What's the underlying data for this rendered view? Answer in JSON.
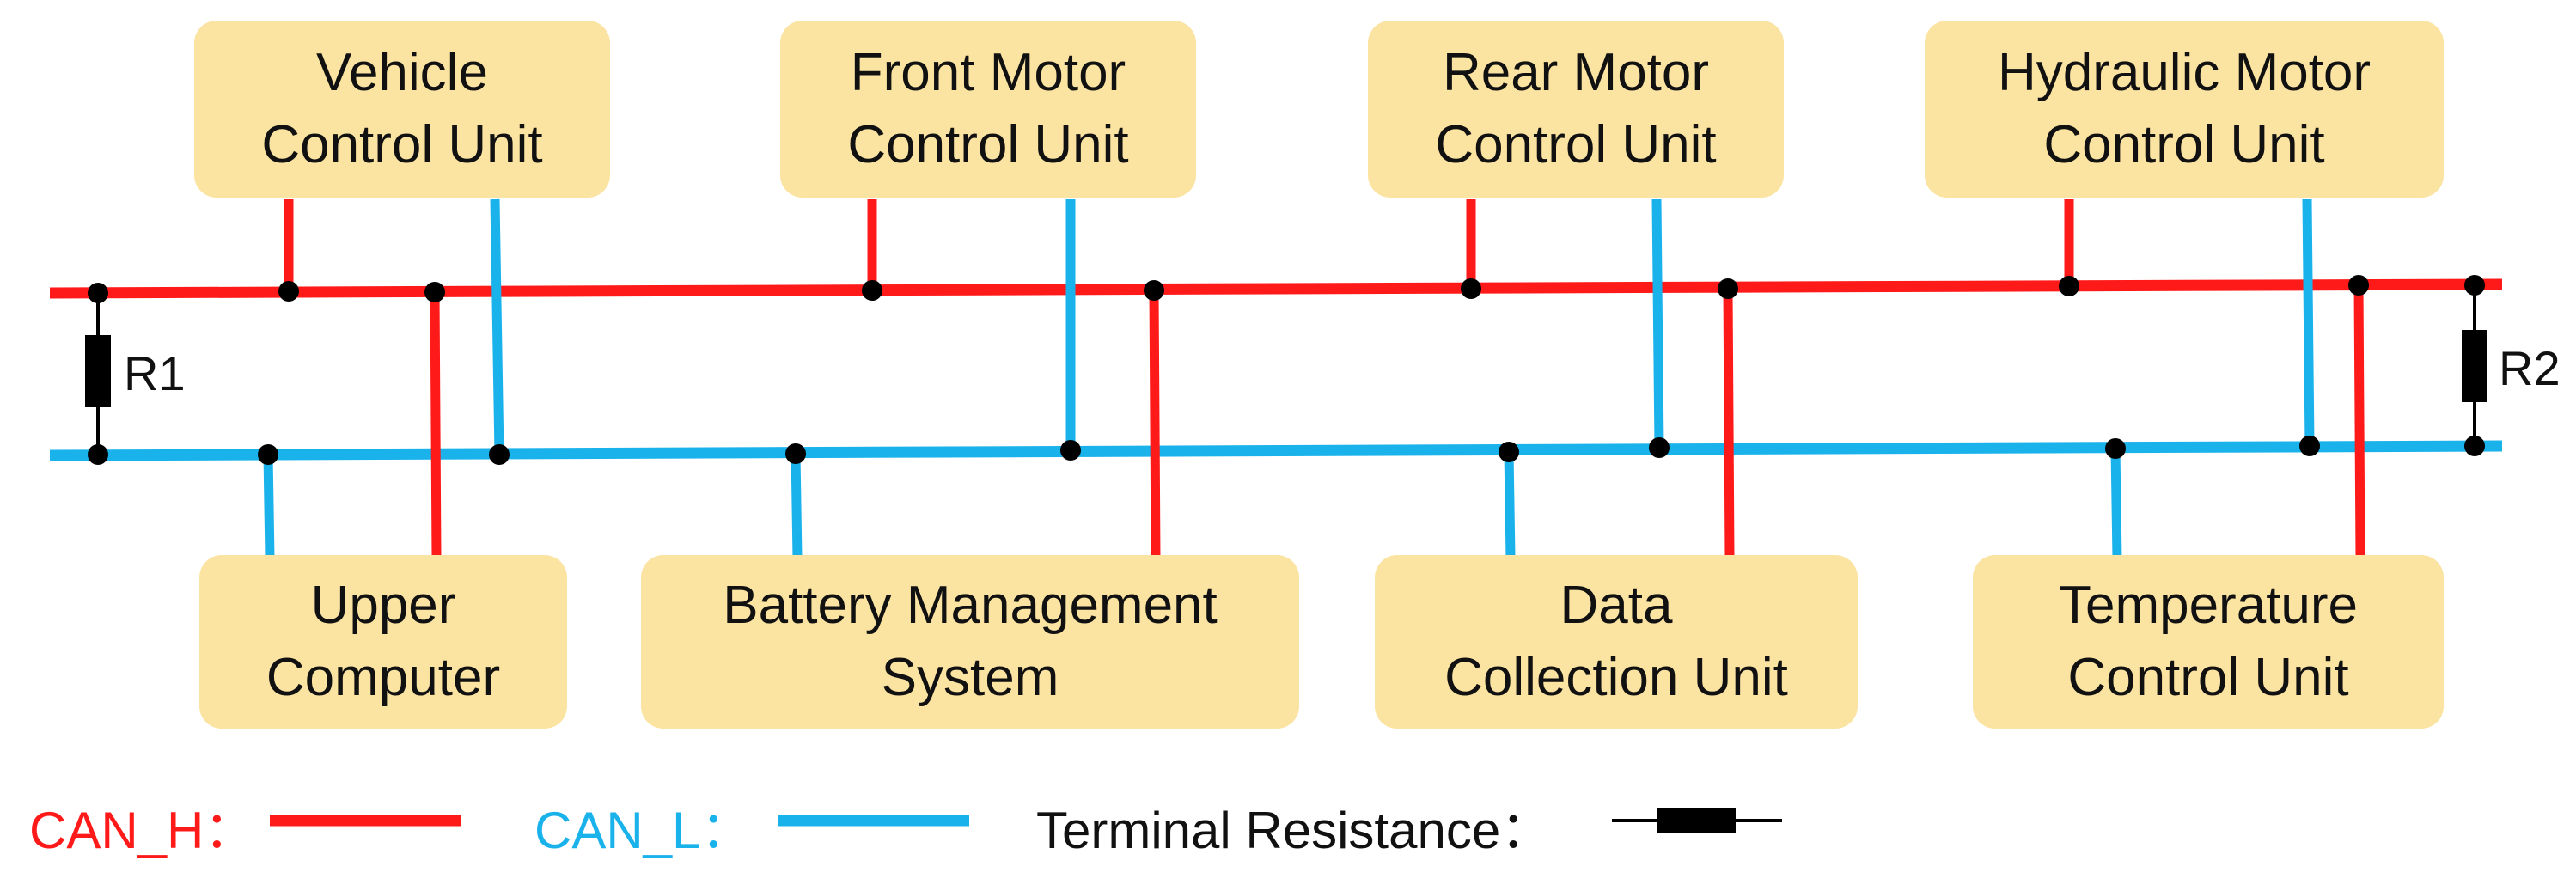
{
  "colors": {
    "can_h": "#ff1a1a",
    "can_l": "#1ab2ea",
    "box_fill": "#fbe3a2",
    "text": "#111111",
    "resistor": "#000000"
  },
  "units": {
    "vehicle_control": "Vehicle\nControl Unit",
    "front_motor": "Front Motor\nControl Unit",
    "rear_motor": "Rear Motor\nControl Unit",
    "hydraulic_motor": "Hydraulic Motor\nControl Unit",
    "upper_computer": "Upper\nComputer",
    "battery_management": "Battery Management\nSystem",
    "data_collection": "Data\nCollection Unit",
    "temperature_control": "Temperature\nControl Unit"
  },
  "resistors": {
    "r1": "R1",
    "r2": "R2"
  },
  "legend": {
    "can_h": "CAN_H：",
    "can_l": "CAN_L：",
    "terminal_resistance": "Terminal Resistance："
  }
}
